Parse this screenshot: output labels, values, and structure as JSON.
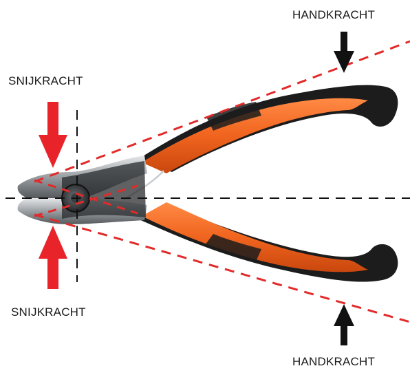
{
  "labels": {
    "handkracht_top": "HANDKRACHT",
    "snijkracht_top": "SNIJKRACHT",
    "snijkracht_bottom": "SNIJKRACHT",
    "handkracht_bottom": "HANDKRACHT"
  },
  "colors": {
    "force_arrow_red": "#e8232a",
    "force_arrow_black": "#111111",
    "lever_line_red": "#e22a2a",
    "handle_orange": "#f0641e",
    "handle_black": "#1c1c1c",
    "steel": "#a9adb0"
  }
}
